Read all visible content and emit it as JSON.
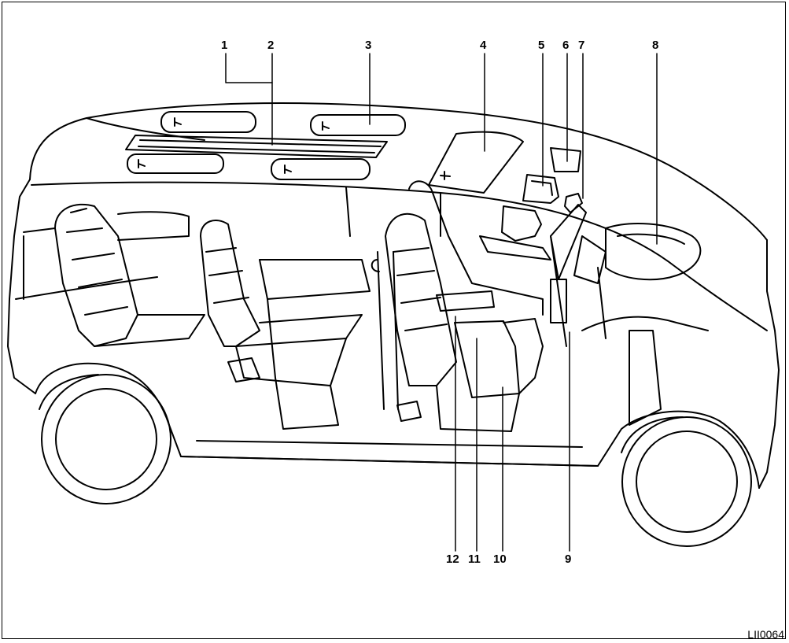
{
  "figure": {
    "code": "LII0064",
    "callouts": {
      "c1": "1",
      "c2": "2",
      "c3": "3",
      "c4": "4",
      "c5": "5",
      "c6": "6",
      "c7": "7",
      "c8": "8",
      "c9": "9",
      "c10": "10",
      "c11": "11",
      "c12": "12"
    }
  },
  "colors": {
    "line": "#000000",
    "background": "#ffffff"
  }
}
